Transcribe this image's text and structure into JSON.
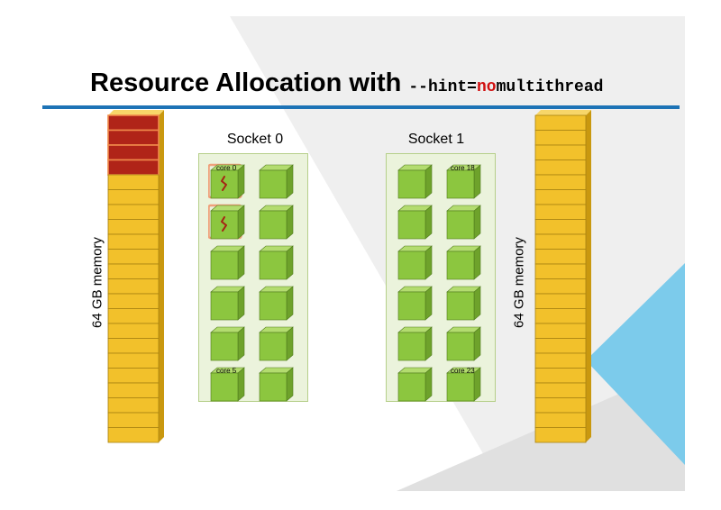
{
  "title": {
    "main": "Resource Allocation with",
    "code_prefix": "--hint=",
    "code_highlight": "no",
    "code_suffix": "multithread"
  },
  "memory": {
    "left_label": "64 GB memory",
    "right_label": "64 GB memory",
    "blocks_per_column": 22,
    "left_allocated_blocks": 4,
    "right_allocated_blocks": 0
  },
  "sockets": [
    {
      "label": "Socket 0",
      "core_labels": {
        "first": "core 0",
        "last": "core 5"
      },
      "allocated_cores": 2
    },
    {
      "label": "Socket 1",
      "core_labels": {
        "first": "core 18",
        "last": "core 23"
      },
      "allocated_cores": 0
    }
  ],
  "colors": {
    "accent_blue": "#1d73b6",
    "light_blue": "#7ccbeb",
    "memory_gold": "#f2c12b",
    "memory_allocated": "#b02418",
    "core_green": "#8cc63f",
    "socket_bg": "#ebf3dc",
    "highlight_red": "#d01010"
  }
}
